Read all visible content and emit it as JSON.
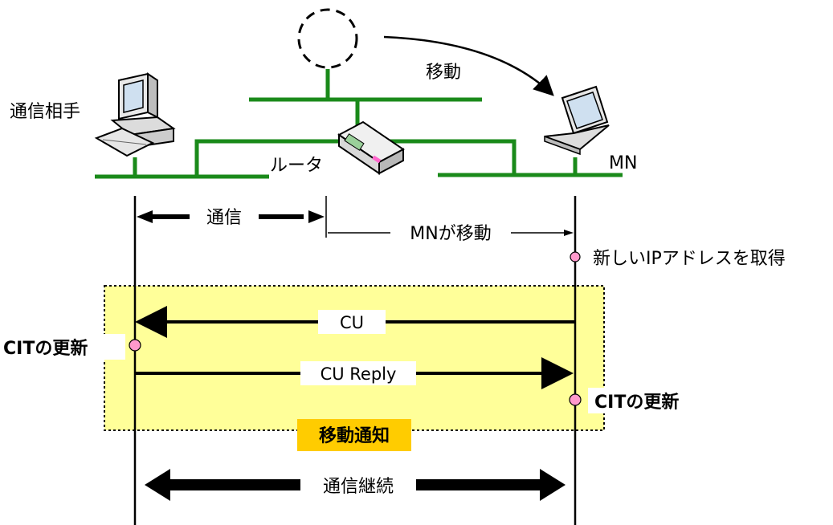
{
  "labels": {
    "peer": "通信相手",
    "move": "移動",
    "router": "ルータ",
    "mn": "MN",
    "comm": "通信",
    "mn_moved": "MNが移動",
    "new_ip": "新しいIPアドレスを取得",
    "cu": "CU",
    "cit_update_left": "CITの更新",
    "cu_reply": "CU Reply",
    "cit_update_right": "CITの更新",
    "move_notice": "移動通知",
    "continue_comm": "通信継続"
  },
  "colors": {
    "network_line": "#1a8a1a",
    "notice_box": "#ffff99",
    "notice_label_bg": "#ffcc00",
    "event_marker": "#ff99cc"
  },
  "icons": [
    "desktop-computer-icon",
    "router-icon",
    "laptop-icon",
    "previous-position-icon"
  ]
}
